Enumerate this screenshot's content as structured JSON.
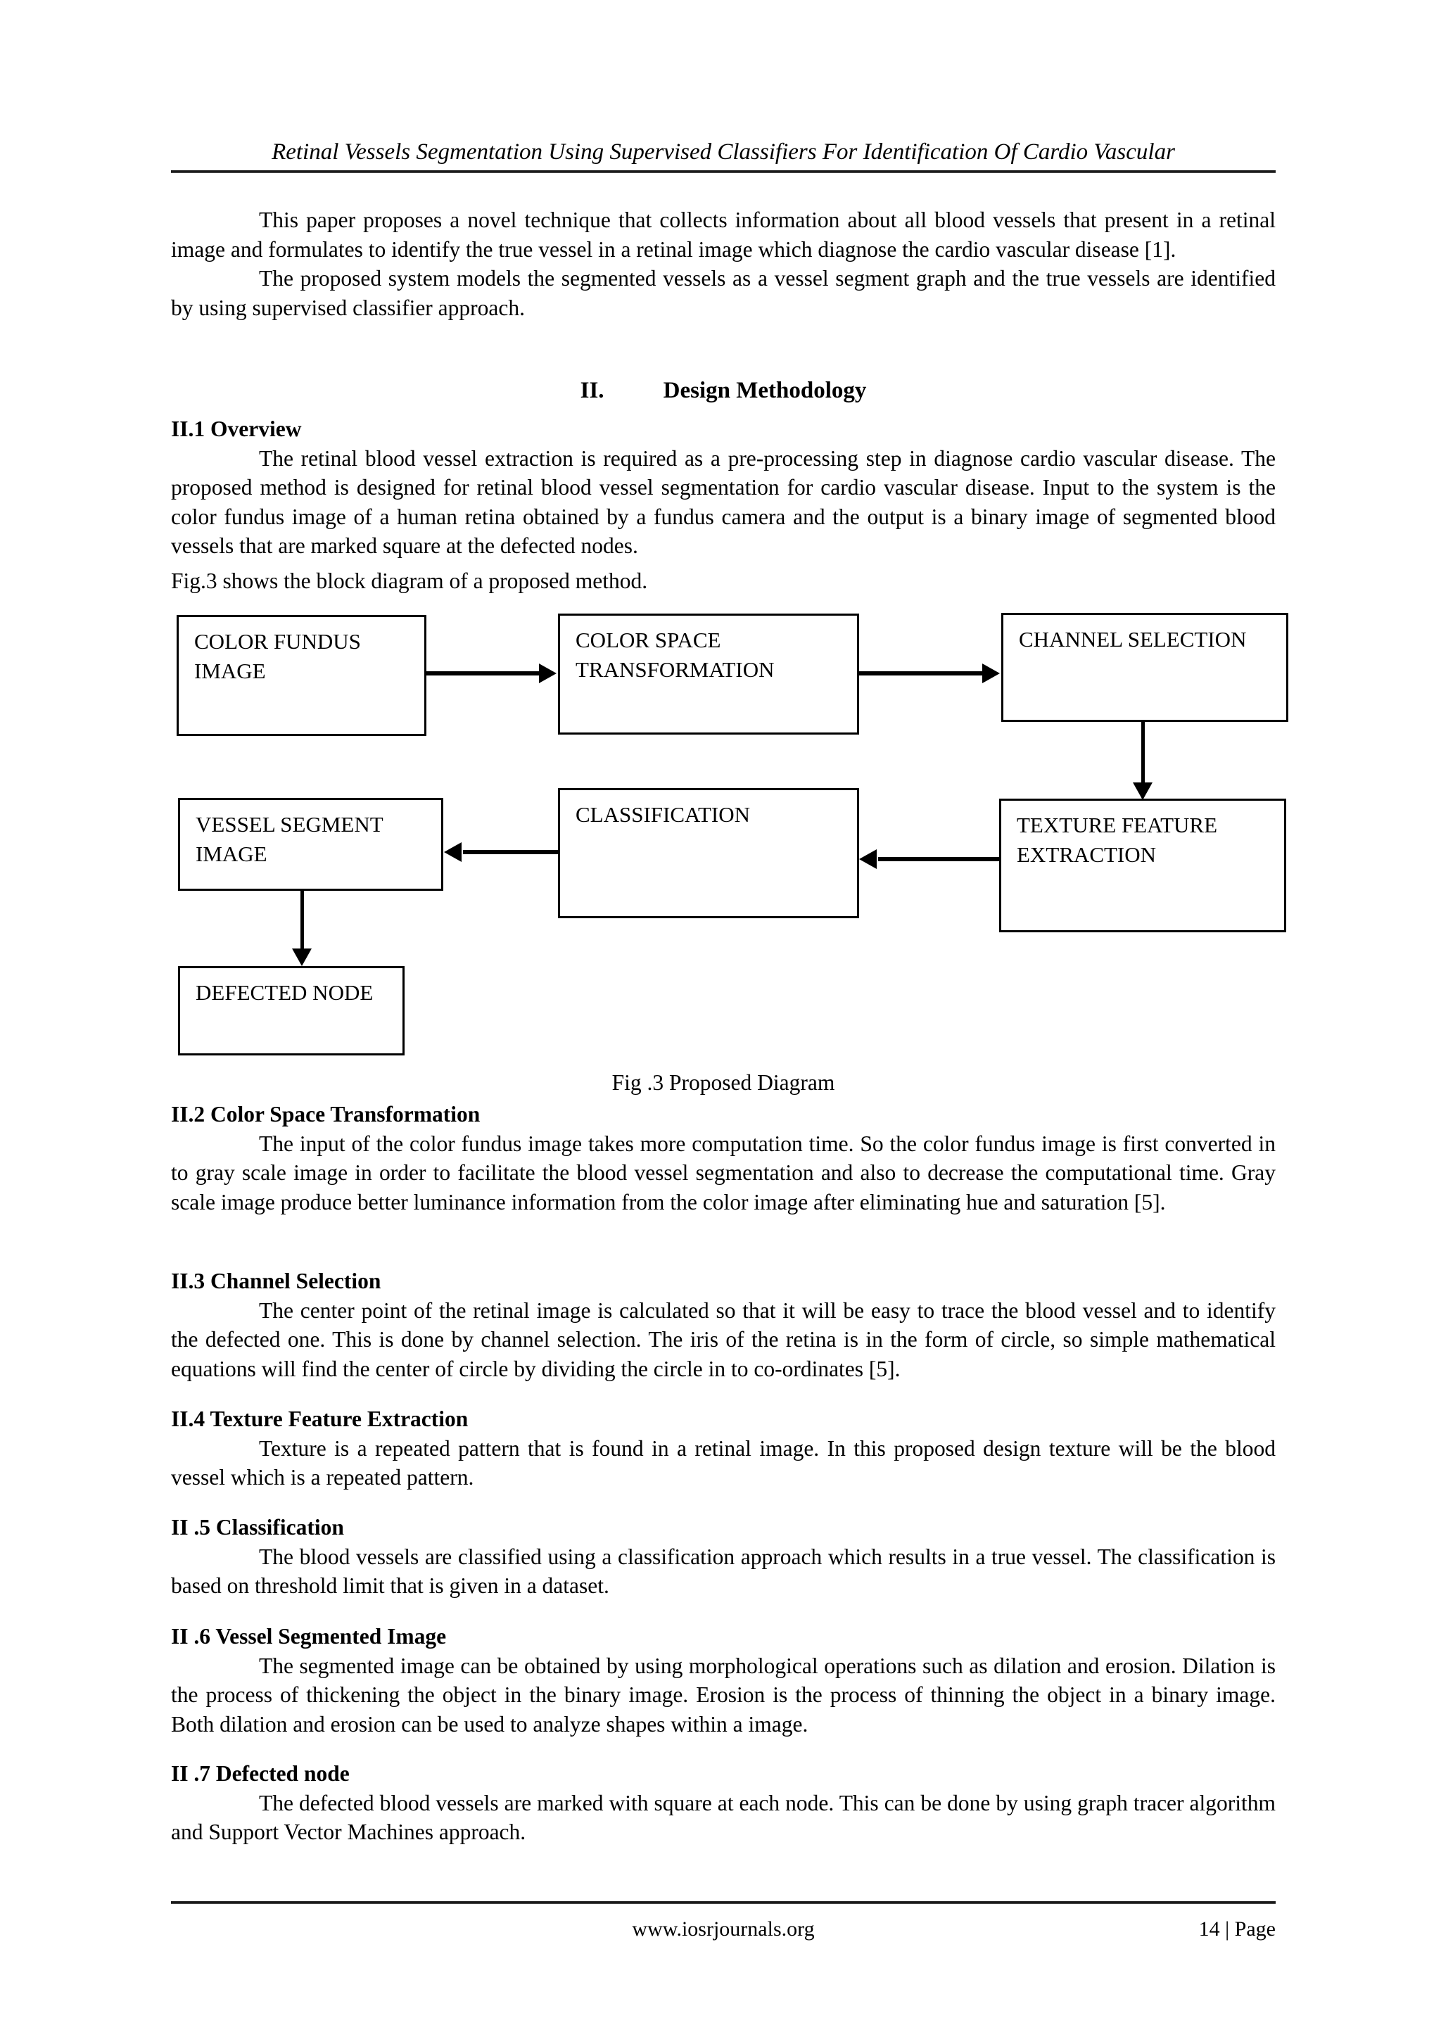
{
  "header": {
    "running_title": "Retinal Vessels Segmentation Using Supervised Classifiers For Identification Of Cardio Vascular"
  },
  "intro": {
    "para1": "This paper proposes a novel technique that collects information about all blood vessels that present in a retinal image and formulates to identify the true vessel in a retinal image which diagnose the cardio vascular disease [1].",
    "para2": "The proposed system models the segmented vessels as a vessel segment graph and the true vessels are identified by using supervised classifier approach."
  },
  "section_main": {
    "number": "II.",
    "title": "Design Methodology"
  },
  "sections": [
    {
      "heading": "II.1 Overview",
      "body": "The retinal blood vessel extraction is required as a pre-processing step in diagnose cardio vascular disease. The proposed method is designed for retinal blood vessel segmentation for cardio vascular disease. Input to the system is the color fundus image of a human retina obtained by a fundus camera and the output is a binary image of segmented blood vessels that are marked square at the defected nodes."
    },
    {
      "heading": "II.2 Color Space Transformation",
      "body": "The input of the color fundus image takes more computation time. So the color fundus image is first converted in to gray scale image in order to facilitate the blood vessel segmentation and also to decrease the computational time. Gray scale image produce better luminance information from the color image after eliminating hue and saturation [5]."
    },
    {
      "heading": "II.3 Channel Selection",
      "body": "The center point of the retinal image is calculated so that it will be easy to trace the blood vessel and to identify the defected one. This is done by channel selection. The iris of the retina is in the form of circle, so simple mathematical equations will find the center of circle by dividing the circle in to co-ordinates [5]."
    },
    {
      "heading": "II.4 Texture Feature Extraction",
      "body": "Texture is a repeated pattern that is found in a retinal image. In this proposed design texture will be the blood vessel which is a repeated pattern."
    },
    {
      "heading": "II .5 Classification",
      "body": "The blood vessels are classified using a classification approach which results in a true vessel. The classification is based on threshold limit that is given in a dataset."
    },
    {
      "heading": "II .6 Vessel Segmented Image",
      "body": "The segmented image can be obtained by using morphological operations such as dilation and erosion. Dilation is the process of thickening the object in the binary image. Erosion is the process of thinning the object in a binary image. Both dilation and erosion can be used to analyze shapes within a image."
    },
    {
      "heading": "II .7 Defected node",
      "body": "The defected blood vessels are marked with square at each node. This can be done by using graph tracer algorithm and Support Vector Machines approach."
    }
  ],
  "figure": {
    "intro_line": "Fig.3 shows the block diagram of a proposed method.",
    "caption": "Fig .3 Proposed Diagram",
    "boxes": {
      "color_fundus_image": "COLOR FUNDUS IMAGE",
      "color_space_transformation": "COLOR SPACE TRANSFORMATION",
      "channel_selection": "CHANNEL SELECTION",
      "texture_feature_extraction": "TEXTURE FEATURE EXTRACTION",
      "classification": "CLASSIFICATION",
      "vessel_segment_image": "VESSEL SEGMENT IMAGE",
      "defected_node": "DEFECTED NODE"
    }
  },
  "footer": {
    "url": "www.iosrjournals.org",
    "page": "14 | Page"
  }
}
